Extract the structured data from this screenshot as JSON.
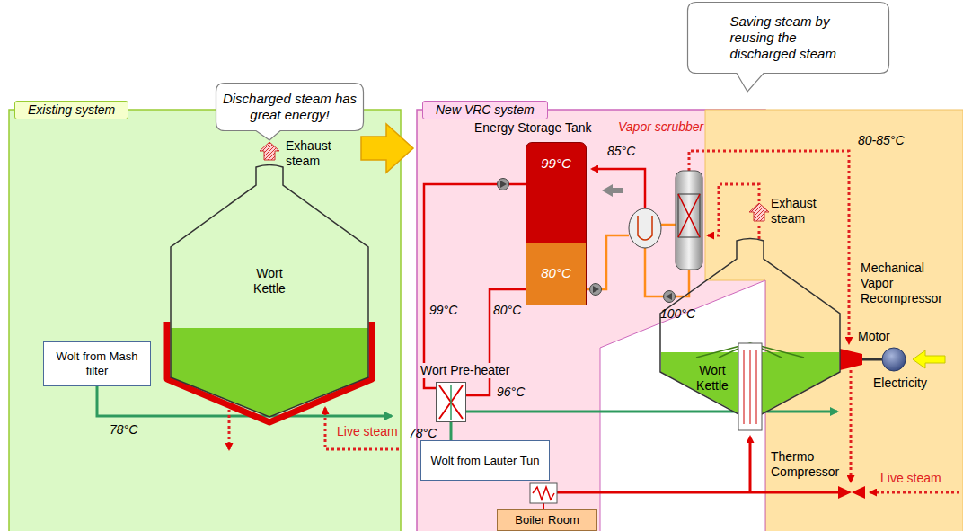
{
  "diagram": {
    "nodes": [
      {
        "text": [
          "Discharged steam has great energy!"
        ]
      },
      {
        "text": [
          "Existing system"
        ]
      },
      {
        "text": [
          "Wolt from Mash filter"
        ],
        "in": 1
      },
      {
        "text": [
          "Wort Kettle"
        ],
        "in": 1
      },
      {
        "text": [
          "New VRC system"
        ]
      },
      {
        "text": [
          "Energy Storage Tank",
          "99°C",
          "80°C"
        ],
        "in": 4
      },
      {
        "text": [
          "Wort Pre-heater"
        ],
        "in": 4
      },
      {
        "text": [
          "Wolt from Lauter Tun"
        ],
        "in": 4
      },
      {
        "text": [
          "Wort Kettle"
        ],
        "in": 4
      },
      {
        "text": [
          "Boiler Room"
        ],
        "in": 4
      },
      {
        "text": [
          "Saving steam by reusing the discharged steam"
        ]
      }
    ],
    "edges": [
      {
        "from": 2,
        "to": 3,
        "arrow": "none"
      },
      {
        "from": 5,
        "to": 6,
        "label": "99°C",
        "arrow": "none"
      },
      {
        "from": 6,
        "to": 5,
        "label": "80°C",
        "arrow": "none"
      },
      {
        "from": 7,
        "to": 6,
        "arrow": "none"
      },
      {
        "from": 6,
        "to": 8,
        "arrow": "none"
      }
    ],
    "labels": [
      "Exhaust steam",
      "78°C",
      "Live steam",
      "Vapor scrubber",
      "85°C",
      "100°C",
      "Exhaust steam",
      "96°C",
      "78°C",
      "80-85°C",
      "Mechanical Vapor Recompressor",
      "Motor",
      "Electricity",
      "Thermo Compressor",
      "Live steam"
    ]
  }
}
